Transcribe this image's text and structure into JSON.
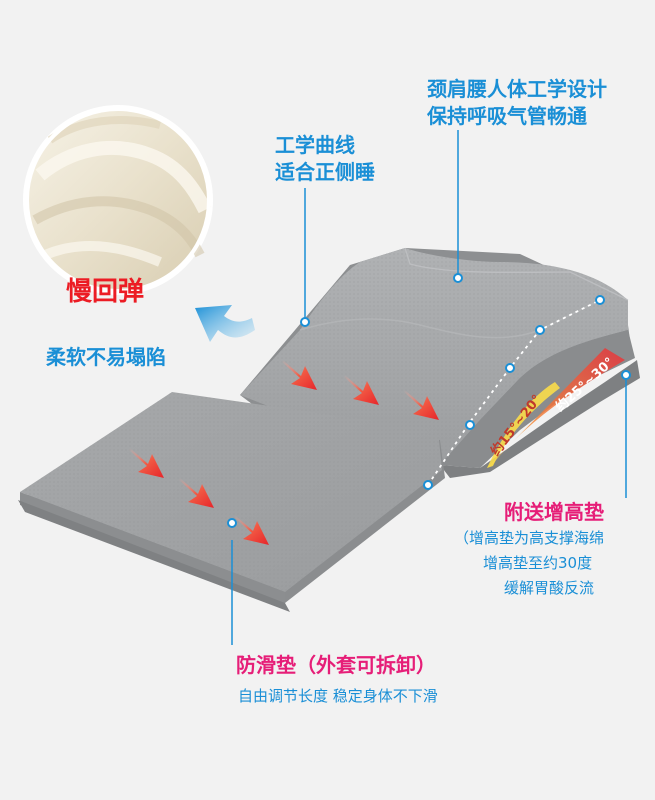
{
  "colors": {
    "accent_blue": "#1a8fd6",
    "accent_pink": "#e61e78",
    "accent_red": "#ec1c24",
    "pillow_gray": "#9b9d9f"
  },
  "icons": [
    "foam-closeup-circle",
    "blue-arrow-icon",
    "red-arrow-icon",
    "callout-dot-icon"
  ],
  "callouts": {
    "memory": {
      "badge": "慢回弹",
      "caption": "柔软不易塌陷"
    },
    "curve": {
      "line1": "工学曲线",
      "line2": "适合正侧睡"
    },
    "ergonomic": {
      "line1": "颈肩腰人体工学设计",
      "line2": "保持呼吸气管畅通"
    },
    "booster": {
      "title": "附送增高垫",
      "lines": [
        "（增高垫为高支撑海绵",
        "增高垫至约30度",
        "缓解胃酸反流"
      ]
    },
    "mat": {
      "title": "防滑垫（外套可拆卸）",
      "caption": "自由调节长度 稳定身体不下滑"
    }
  },
  "angles": {
    "inner": "约15°~20°",
    "outer": "约25°~30°"
  }
}
